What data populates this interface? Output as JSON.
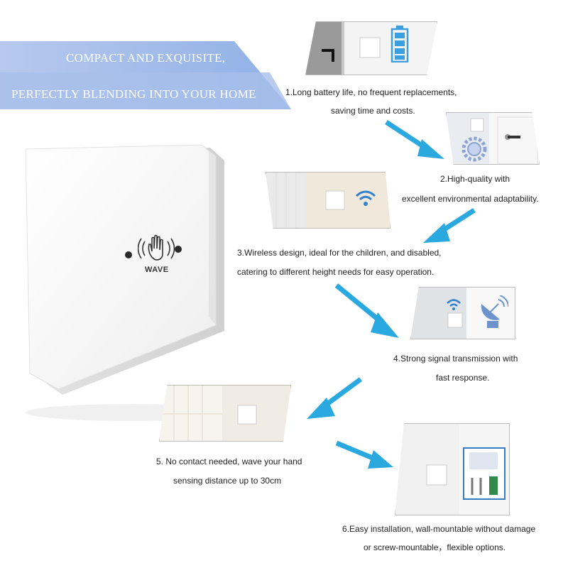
{
  "banner": {
    "line1": "COMPACT AND EXQUISITE,",
    "line2": "PERFECTLY BLENDING INTO YOUR HOME",
    "color": "#9fb8e6"
  },
  "product": {
    "sensor_label": "WAVE",
    "icon": "waving-hand-icon"
  },
  "features": [
    {
      "line1": "1.Long battery life, no frequent replacements,",
      "line2": "saving time and costs.",
      "icon": "battery-icon"
    },
    {
      "line1": "2.High-quality with",
      "line2": "excellent environmental adaptability.",
      "icon": "gear-icon"
    },
    {
      "line1": "3.Wireless design, ideal for the children, and disabled,",
      "line2": "catering to different height needs for easy operation.",
      "icon": "wifi-icon"
    },
    {
      "line1": "4.Strong signal transmission with",
      "line2": "fast response.",
      "icon": "satellite-dish-icon"
    },
    {
      "line1": "5. No contact needed, wave your hand",
      "line2": "sensing distance up to 30cm",
      "icon": "touchless-icon"
    },
    {
      "line1": "6.Easy installation, wall-mountable without damage",
      "line2": "or screw-mountable，flexible options.",
      "icon": "screw-icon"
    }
  ],
  "colors": {
    "accent": "#2aa8e0",
    "battery": "#3a9fe0"
  }
}
